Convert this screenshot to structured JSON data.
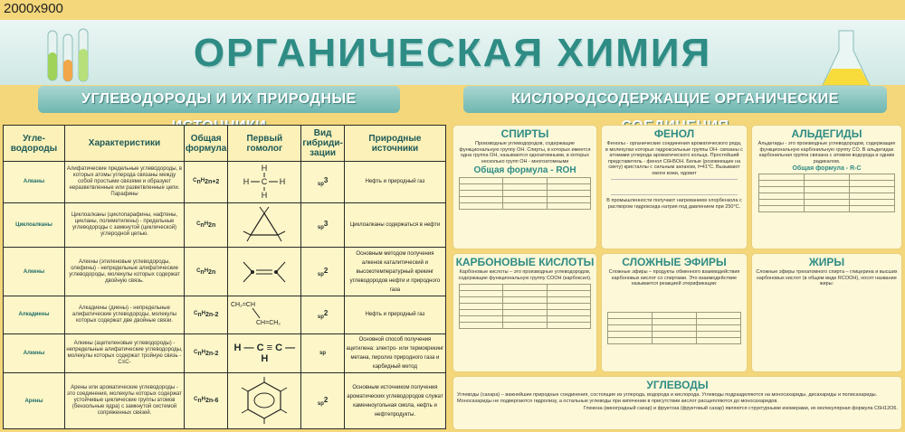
{
  "size_label": "2000x900",
  "title": "ОРГАНИЧЕСКАЯ ХИМИЯ",
  "left_subtitle": "УГЛЕВОДОРОДЫ И ИХ ПРИРОДНЫЕ ИСТОЧНИКИ",
  "right_subtitle": "КИСЛОРОДСОДЕРЖАЩИЕ ОРГАНИЧЕСКИЕ СОЕДИНЕНИЯ",
  "table": {
    "headers": [
      "Угле-водороды",
      "Характеристики",
      "Общая формула",
      "Первый гомолог",
      "Вид гибриди-зации",
      "Природные источники"
    ],
    "rows": [
      {
        "name": "Алканы",
        "text": "Алифатические предельные углеводороды, в которых атомы углерода связаны между собой простыми связями и образуют неразветвленные или разветвленные цепи. Парафины",
        "formula": "CnH2n+2",
        "hyb": "sp3",
        "source": "Нефть и природный газ"
      },
      {
        "name": "Циклоалканы",
        "text": "Циклоалканы (циклопарафины, нафтены, цикланы, полиметилены) - предельные углеводороды с замкнутой (циклической) углеродной цепью.",
        "formula": "CnH2n",
        "hyb": "sp3",
        "source": "Циклоалканы содержаться в нефти"
      },
      {
        "name": "Алкены",
        "text": "Алкены (этиленовые углеводороды, олефины) - непредельные алифатические углеводороды, молекулы которых содержат двойную связь.",
        "formula": "CnH2n",
        "hyb": "sp2",
        "source": "Основным методом получения алкенов каталитический и высокотемпературный крекинг углеводородов нефти и природного газа"
      },
      {
        "name": "Алкадиены",
        "text": "Алкадиены (диены) - непредельные алифатические углеводороды, молекулы которых содержат две двойные связи.",
        "formula": "CnH2n-2",
        "hyb": "sp2",
        "source": "Нефть и природный газ"
      },
      {
        "name": "Алкины",
        "text": "Алкины (ацетиленовые углеводороды) - непредельные алифатические углеводороды, молекулы которых содержат тройную связь -C≡C-",
        "formula": "CnH2n-2",
        "hyb": "sp",
        "source": "Основной способ получения ацетилена: электро- или термокрекинг метана, пиролиз природного газа и карбидный метод"
      },
      {
        "name": "Арены",
        "text": "Арены или ароматические углеводороды - это соединения, молекулы которых содержат устойчивые циклические группы атомов (бензольные ядра) с замкнутой системой сопряженных связей.",
        "formula": "CnH2n-6",
        "hyb": "sp2",
        "source": "Основным источником получения ароматических углеводородов служат каменноугольная смола, нефть и нефтепродукты."
      }
    ]
  },
  "panels": {
    "spirty": {
      "title": "СПИРТЫ",
      "text": "Производные углеводородов, содержащие функциональную группу OH. Спирты, в которых имеется одна группа OH, называются одноатомными, в которых несколько групп OH - многоатомными",
      "formula": "Общая формула - ROH"
    },
    "fenol": {
      "title": "ФЕНОЛ",
      "text": "Фенолы - органические соединения ароматического ряда, в молекулах которых гидроксильные группы OH- связаны с атомами углерода ароматического кольца. Простейший представитель - фенол C6H5OH. Белые (розовеющие на свету) кристаллы с сильным запахом, t=41°C. Вызывают ожоги кожи, ядовит",
      "text2": "В промышленности получают нагреванием хлорбензола с раствором гидроксида натрия под давлением при 250°C."
    },
    "aldegidy": {
      "title": "АЛЬДЕГИДЫ",
      "text": "Альдегиды - это производные углеводородов, содержащие функциональную карбонильную группу CO. В альдегидах карбонильная группа связана с атомом водорода и одним радикалом.",
      "formula": "Общая формула - R-C"
    },
    "karbon": {
      "title": "КАРБОНОВЫЕ КИСЛОТЫ",
      "text": "Карбоновые кислоты – это производные углеводородов, содержащие функциональную группу COOH (карбоксил)."
    },
    "efiry": {
      "title": "СЛОЖНЫЕ ЭФИРЫ",
      "text": "Сложные эфиры – продукты обменного взаимодействия карбоновых кислот со спиртами. Это взаимодействие называется реакцией этерификации:"
    },
    "zhiry": {
      "title": "ЖИРЫ",
      "text": "Сложные эфиры трехатомного спирта – глицерина и высших карбоновых кислот (в общем виде RCOOH), носят название жиры:"
    },
    "uglevody": {
      "title": "УГЛЕВОДЫ",
      "text": "Углеводы (сахара) – важнейшие природные соединения, состоящие из углерода, водорода и кислорода. Углеводы подразделяются на моносахариды, дисахариды и полисахариды. Моносахариды не подвергаются гидролизу, а остальные углеводы при кипячении в присутствии кислот расщепляются до моносахаридов.",
      "text2": "Глюкоза (виноградный сахар) и фруктоза (фруктовый сахар) являются структурными изомерами, их молекулярная формула C6H12O6."
    }
  },
  "colors": {
    "accent": "#2e8c85",
    "background": "#f4d77a",
    "panel": "#fdf8d8"
  }
}
